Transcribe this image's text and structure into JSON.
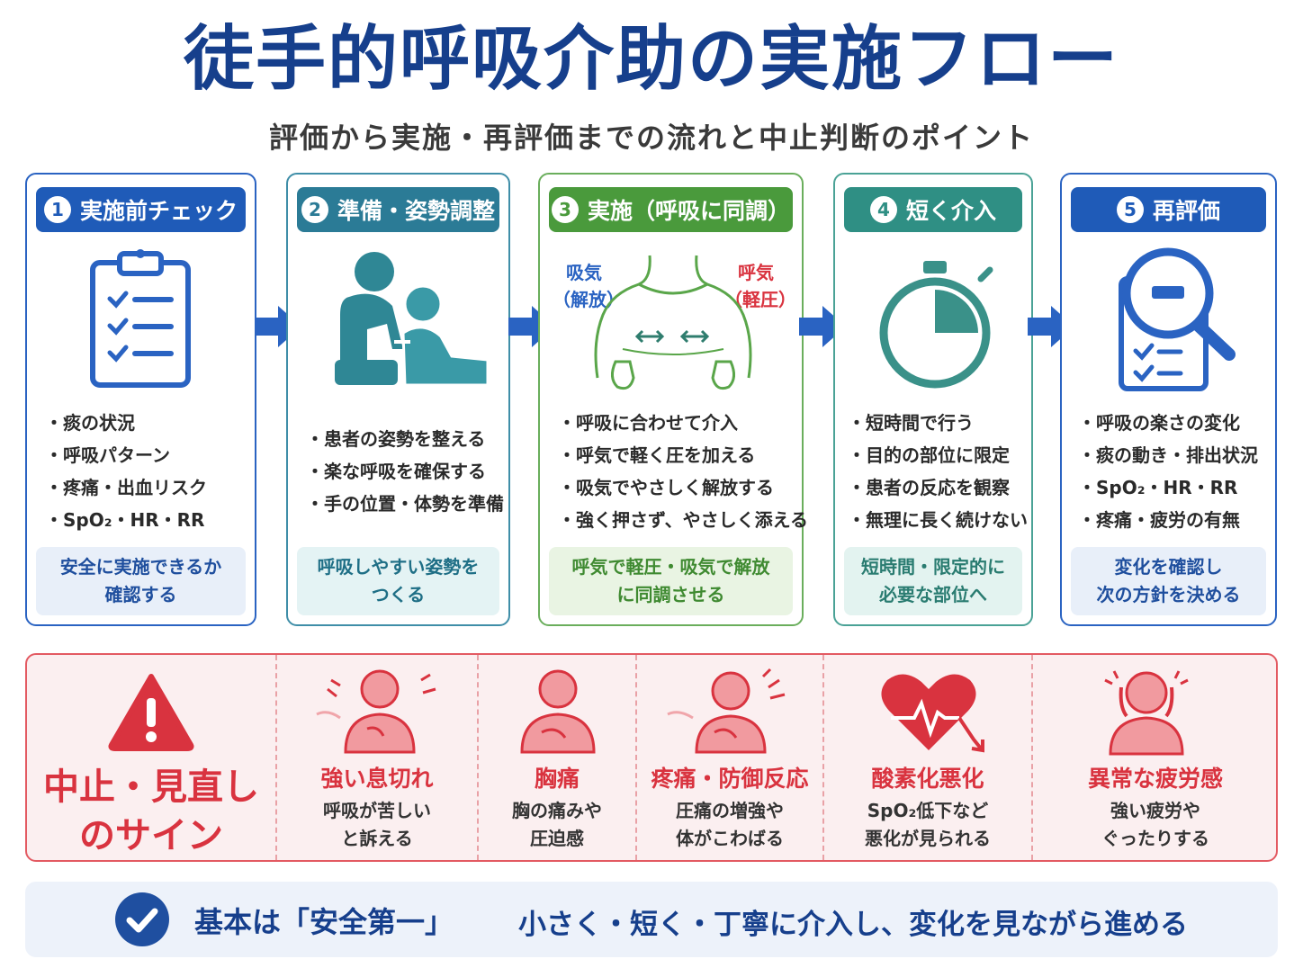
{
  "title": "徒手的呼吸介助の実施フロー",
  "subtitle": "評価から実施・再評価までの流れと中止判断のポイント",
  "colors": {
    "step1": "#1f5bb8",
    "step2": "#2b7b96",
    "step3": "#4a9a3c",
    "step4": "#2f8f84",
    "step5": "#1f5bb8",
    "danger": "#d9333f",
    "navy": "#163f8c"
  },
  "steps": [
    {
      "num": "1",
      "title": "実施前チェック",
      "icon": "clipboard-checklist-icon",
      "items": [
        "痰の状況",
        "呼吸パターン",
        "疼痛・出血リスク",
        "SpO₂・HR・RR"
      ],
      "note": "安全に実施できるか\n確認する"
    },
    {
      "num": "2",
      "title": "準備・姿勢調整",
      "icon": "patient-positioning-icon",
      "items": [
        "患者の姿勢を整える",
        "楽な呼吸を確保する",
        "手の位置・体勢を準備"
      ],
      "note": "呼吸しやすい姿勢を\nつくる"
    },
    {
      "num": "3",
      "title": "実施（呼吸に同調）",
      "icon": "chest-hands-icon",
      "inhale_label": "吸気\n（解放）",
      "exhale_label": "呼気\n（軽圧）",
      "items": [
        "呼吸に合わせて介入",
        "呼気で軽く圧を加える",
        "吸気でやさしく解放する",
        "強く押さず、やさしく添える"
      ],
      "note": "呼気で軽圧・吸気で解放\nに同調させる"
    },
    {
      "num": "4",
      "title": "短く介入",
      "icon": "stopwatch-icon",
      "items": [
        "短時間で行う",
        "目的の部位に限定",
        "患者の反応を観察",
        "無理に長く続けない"
      ],
      "note": "短時間・限定的に\n必要な部位へ"
    },
    {
      "num": "5",
      "title": "再評価",
      "icon": "magnifier-clipboard-icon",
      "items": [
        "呼吸の楽さの変化",
        "痰の動き・排出状況",
        "SpO₂・HR・RR",
        "疼痛・疲労の有無"
      ],
      "note": "変化を確認し\n次の方針を決める"
    }
  ],
  "warning": {
    "title": "中止・見直し\nのサイン",
    "icon": "warning-triangle-icon",
    "signs": [
      {
        "title": "強い息切れ",
        "desc": "呼吸が苦しい\nと訴える",
        "icon": "breathless-person-icon"
      },
      {
        "title": "胸痛",
        "desc": "胸の痛みや\n圧迫感",
        "icon": "chest-pain-person-icon"
      },
      {
        "title": "疼痛・防御反応",
        "desc": "圧痛の増強や\n体がこわばる",
        "icon": "pain-reaction-person-icon"
      },
      {
        "title": "酸素化悪化",
        "desc": "SpO₂低下など\n悪化が見られる",
        "icon": "heart-decline-icon"
      },
      {
        "title": "異常な疲労感",
        "desc": "強い疲労や\nぐったりする",
        "icon": "exhausted-person-icon"
      }
    ]
  },
  "footer": {
    "main": "基本は「安全第一」",
    "sub": "小さく・短く・丁寧に介入し、変化を見ながら進める",
    "icon": "check-circle-icon"
  }
}
